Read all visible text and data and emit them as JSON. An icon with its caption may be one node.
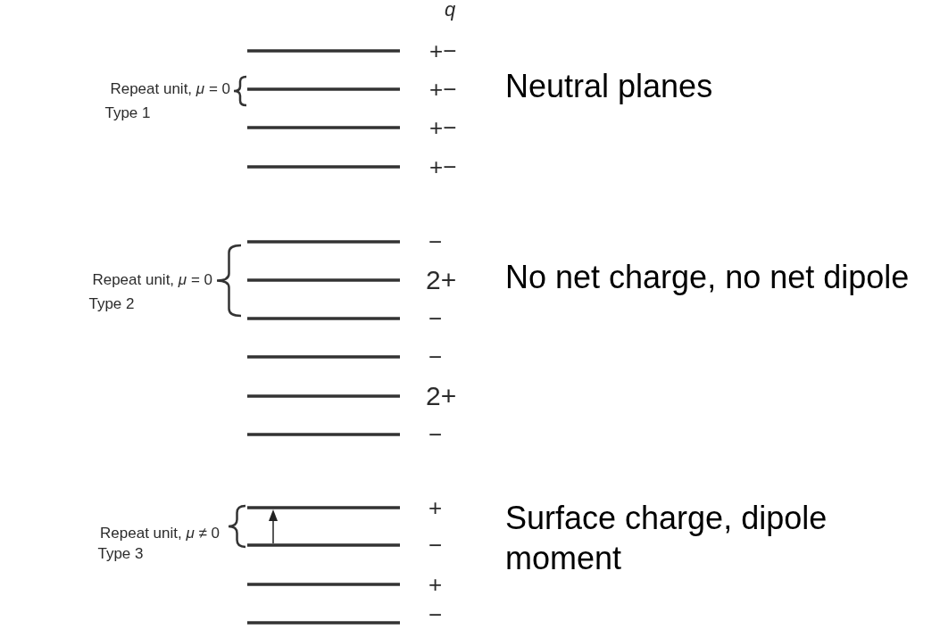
{
  "diagram": {
    "labels": [
      "q",
      "+−",
      "Neutral planes",
      "Repeat unit, *μ* = 0",
      "+−",
      "Type 1",
      "+−",
      "+−",
      "−",
      "Repeat unit, *μ* = 0",
      "2+",
      "No net charge, no net dipole",
      "Type 2",
      "−",
      "−",
      "2+",
      "−",
      "Repeat unit, *μ* ≠ 0",
      "+",
      "Surface charge, dipole moment",
      "Type 3",
      "−",
      "+",
      "−"
    ]
  }
}
